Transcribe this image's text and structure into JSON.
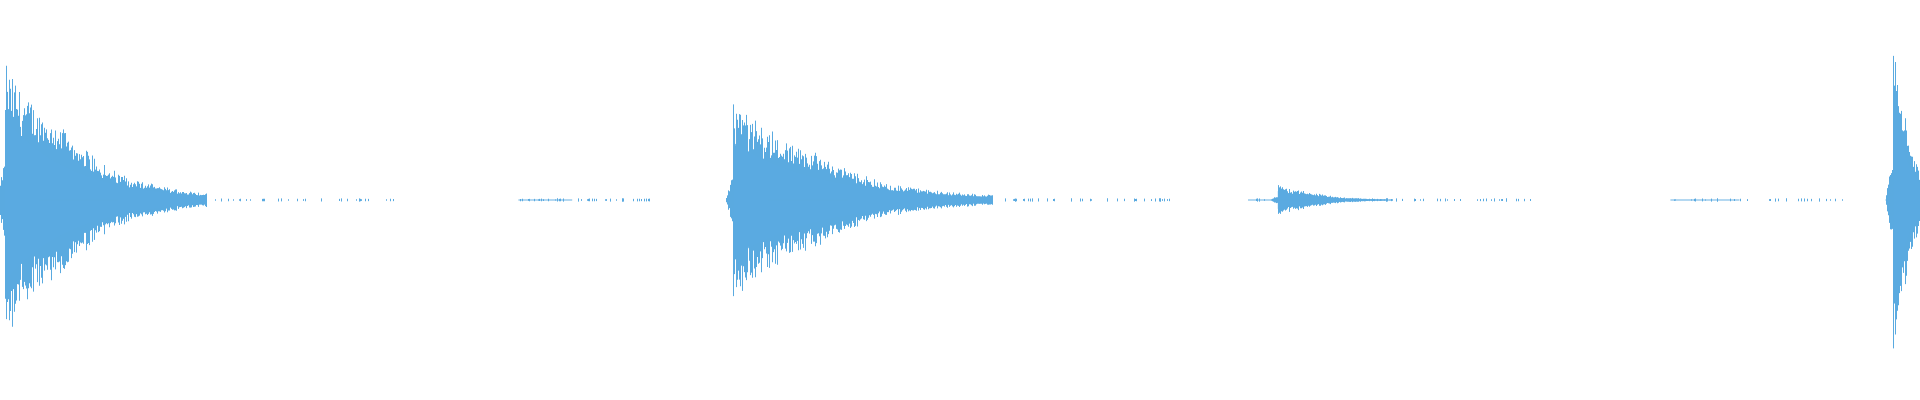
{
  "waveform": {
    "color": "#5aaae0",
    "background": "#ffffff",
    "amplitude_range": [
      -1,
      1
    ],
    "duration_fraction_range": [
      0,
      1
    ],
    "events": [
      {
        "name": "transient-1",
        "time": 0.0026,
        "peak": 0.82,
        "decay": 0.035
      },
      {
        "name": "transient-2",
        "time": 0.382,
        "peak": 0.58,
        "decay": 0.045
      },
      {
        "name": "transient-3",
        "time": 0.6655,
        "peak": 0.09,
        "decay": 0.02
      },
      {
        "name": "transient-4",
        "time": 0.986,
        "peak": 0.98,
        "decay": 0.008
      }
    ],
    "noise_segments": [
      {
        "start": 0.02,
        "end": 0.21
      },
      {
        "start": 0.27,
        "end": 0.34
      },
      {
        "start": 0.4,
        "end": 0.61
      },
      {
        "start": 0.65,
        "end": 0.8
      },
      {
        "start": 0.87,
        "end": 0.96
      }
    ]
  }
}
